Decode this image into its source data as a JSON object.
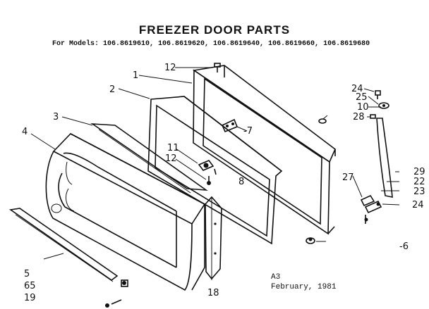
{
  "title": "FREEZER DOOR PARTS",
  "models": "For Models: 106.8619610, 106.8619620, 106.8619640, 106.8619660, 106.8619680",
  "callouts": {
    "p1": "1",
    "p2": "2",
    "p3": "3",
    "p4": "4",
    "p5": "5",
    "p65": "65",
    "p19": "19",
    "p12a": "12",
    "p11": "11",
    "p12b": "12",
    "p7": "-7",
    "p8": "8",
    "p18": "18",
    "p24a": "24",
    "p25": "25",
    "p10": "10",
    "p28": "28",
    "p27": "27",
    "p29": "29",
    "p22": "22",
    "p23": "23",
    "p24b": "24",
    "p6": "-6"
  },
  "footer": {
    "code": "A3",
    "date": "February, 1981"
  }
}
